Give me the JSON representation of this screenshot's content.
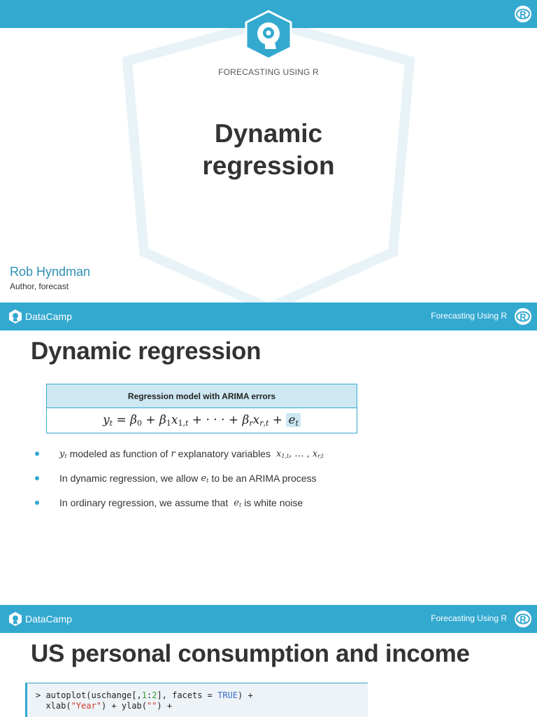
{
  "title_slide": {
    "course_label": "FORECASTING USING R",
    "title_line1": "Dynamic",
    "title_line2": "regression",
    "author_name": "Rob Hyndman",
    "author_role": "Author, forecast",
    "icons": {
      "badge": "datacamp-instructor-badge-icon",
      "r": "r-logo-icon"
    }
  },
  "header": {
    "brand": "DataCamp",
    "course": "Forecasting Using R"
  },
  "slide2": {
    "title": "Dynamic regression",
    "formula_header": "Regression model with ARIMA errors",
    "bullets": [
      {
        "text_a": "modeled as function of",
        "text_b": "explanatory variables"
      },
      {
        "text_a": "In dynamic regression, we allow",
        "text_b": "to be an ARIMA process"
      },
      {
        "text_a": "In ordinary regression, we assume that",
        "text_b": "is white noise"
      }
    ]
  },
  "slide3": {
    "title": "US personal consumption and income",
    "code": {
      "prompt": "> ",
      "line1_a": "autoplot(uschange[,",
      "line1_n1": "1",
      "line1_b": ":",
      "line1_n2": "2",
      "line1_c": "], facets = ",
      "line1_kw": "TRUE",
      "line1_d": ") +",
      "line2_a": "  xlab(",
      "line2_s1": "\"Year\"",
      "line2_b": ") + ylab(",
      "line2_s2": "\"\"",
      "line2_c": ") +"
    }
  },
  "colors": {
    "accent": "#33a9d0",
    "highlight": "#cde8f2",
    "author": "#2f8fb4"
  }
}
